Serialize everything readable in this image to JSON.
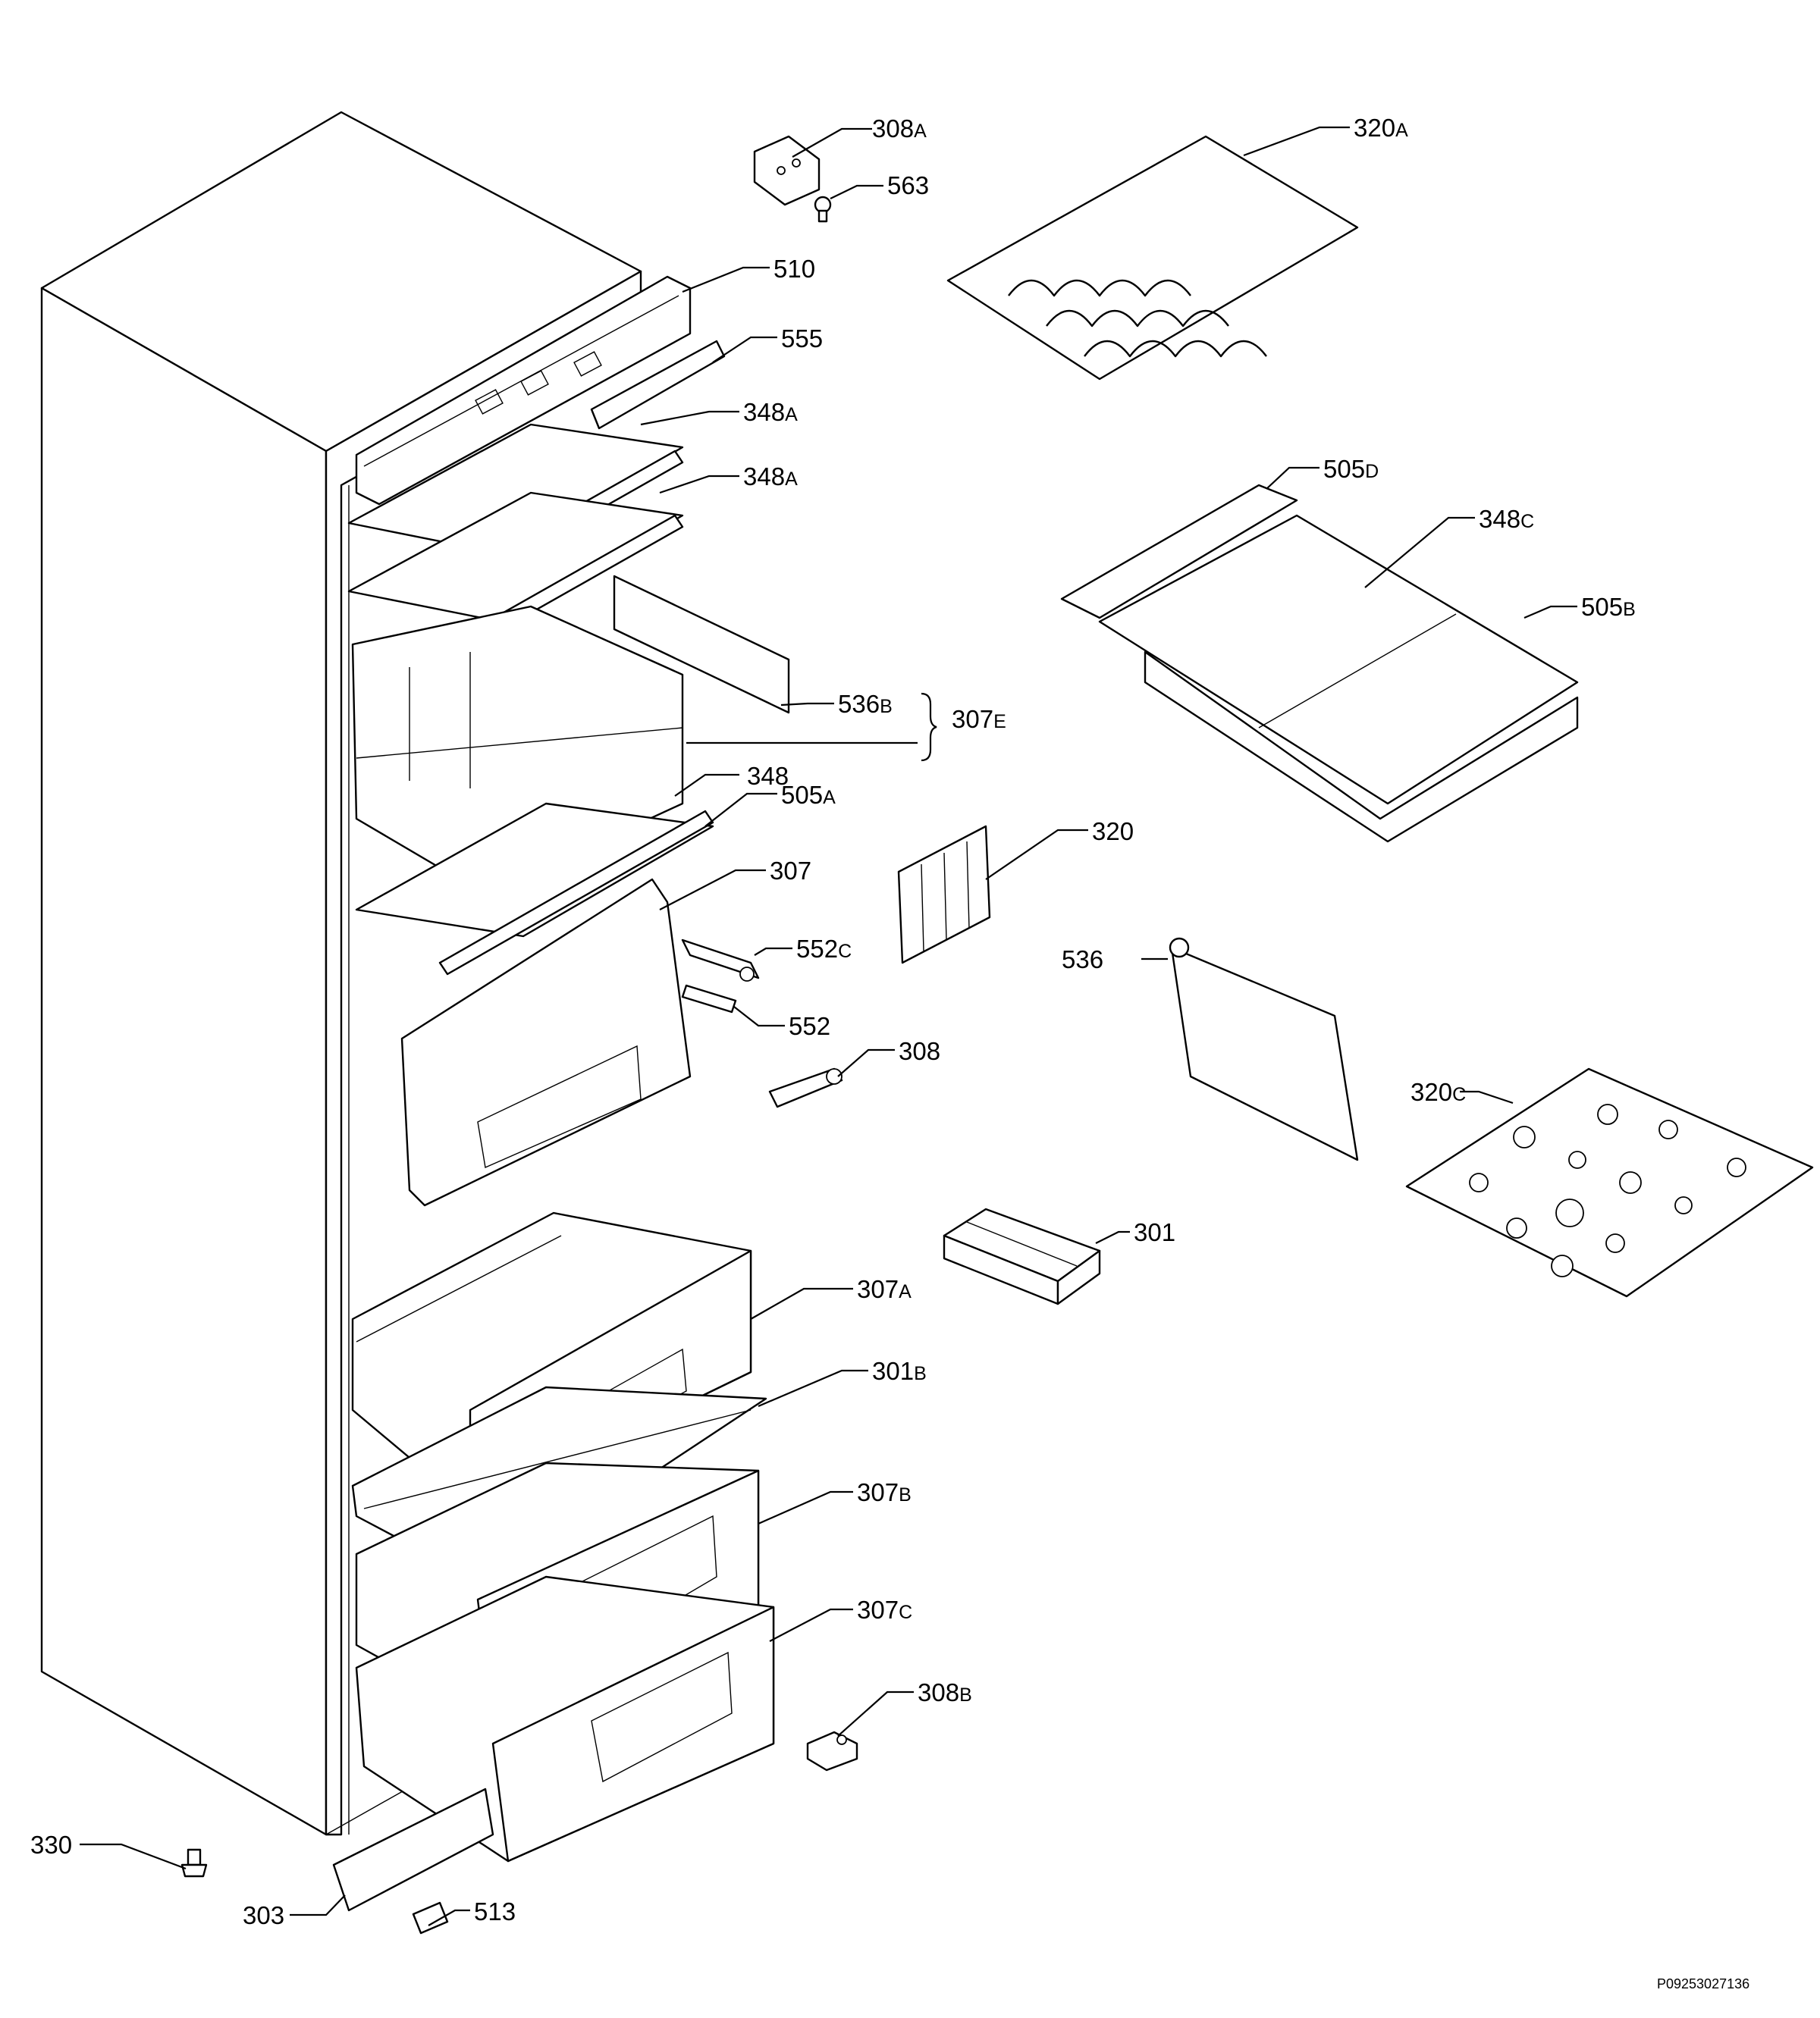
{
  "diagram": {
    "document_code": "P09253027136",
    "callouts": [
      {
        "num": "308",
        "suf": "A"
      },
      {
        "num": "563",
        "suf": ""
      },
      {
        "num": "320",
        "suf": "A"
      },
      {
        "num": "510",
        "suf": ""
      },
      {
        "num": "555",
        "suf": ""
      },
      {
        "num": "348",
        "suf": "A"
      },
      {
        "num": "348",
        "suf": "A"
      },
      {
        "num": "505",
        "suf": "D"
      },
      {
        "num": "348",
        "suf": "C"
      },
      {
        "num": "505",
        "suf": "B"
      },
      {
        "num": "536",
        "suf": "B"
      },
      {
        "num": "307",
        "suf": "E"
      },
      {
        "num": "348",
        "suf": ""
      },
      {
        "num": "505",
        "suf": "A"
      },
      {
        "num": "320",
        "suf": ""
      },
      {
        "num": "307",
        "suf": ""
      },
      {
        "num": "552",
        "suf": "C"
      },
      {
        "num": "536",
        "suf": ""
      },
      {
        "num": "552",
        "suf": ""
      },
      {
        "num": "308",
        "suf": ""
      },
      {
        "num": "320",
        "suf": "C"
      },
      {
        "num": "301",
        "suf": ""
      },
      {
        "num": "307",
        "suf": "A"
      },
      {
        "num": "301",
        "suf": "B"
      },
      {
        "num": "307",
        "suf": "B"
      },
      {
        "num": "307",
        "suf": "C"
      },
      {
        "num": "308",
        "suf": "B"
      },
      {
        "num": "330",
        "suf": ""
      },
      {
        "num": "513",
        "suf": ""
      },
      {
        "num": "303",
        "suf": ""
      }
    ]
  }
}
